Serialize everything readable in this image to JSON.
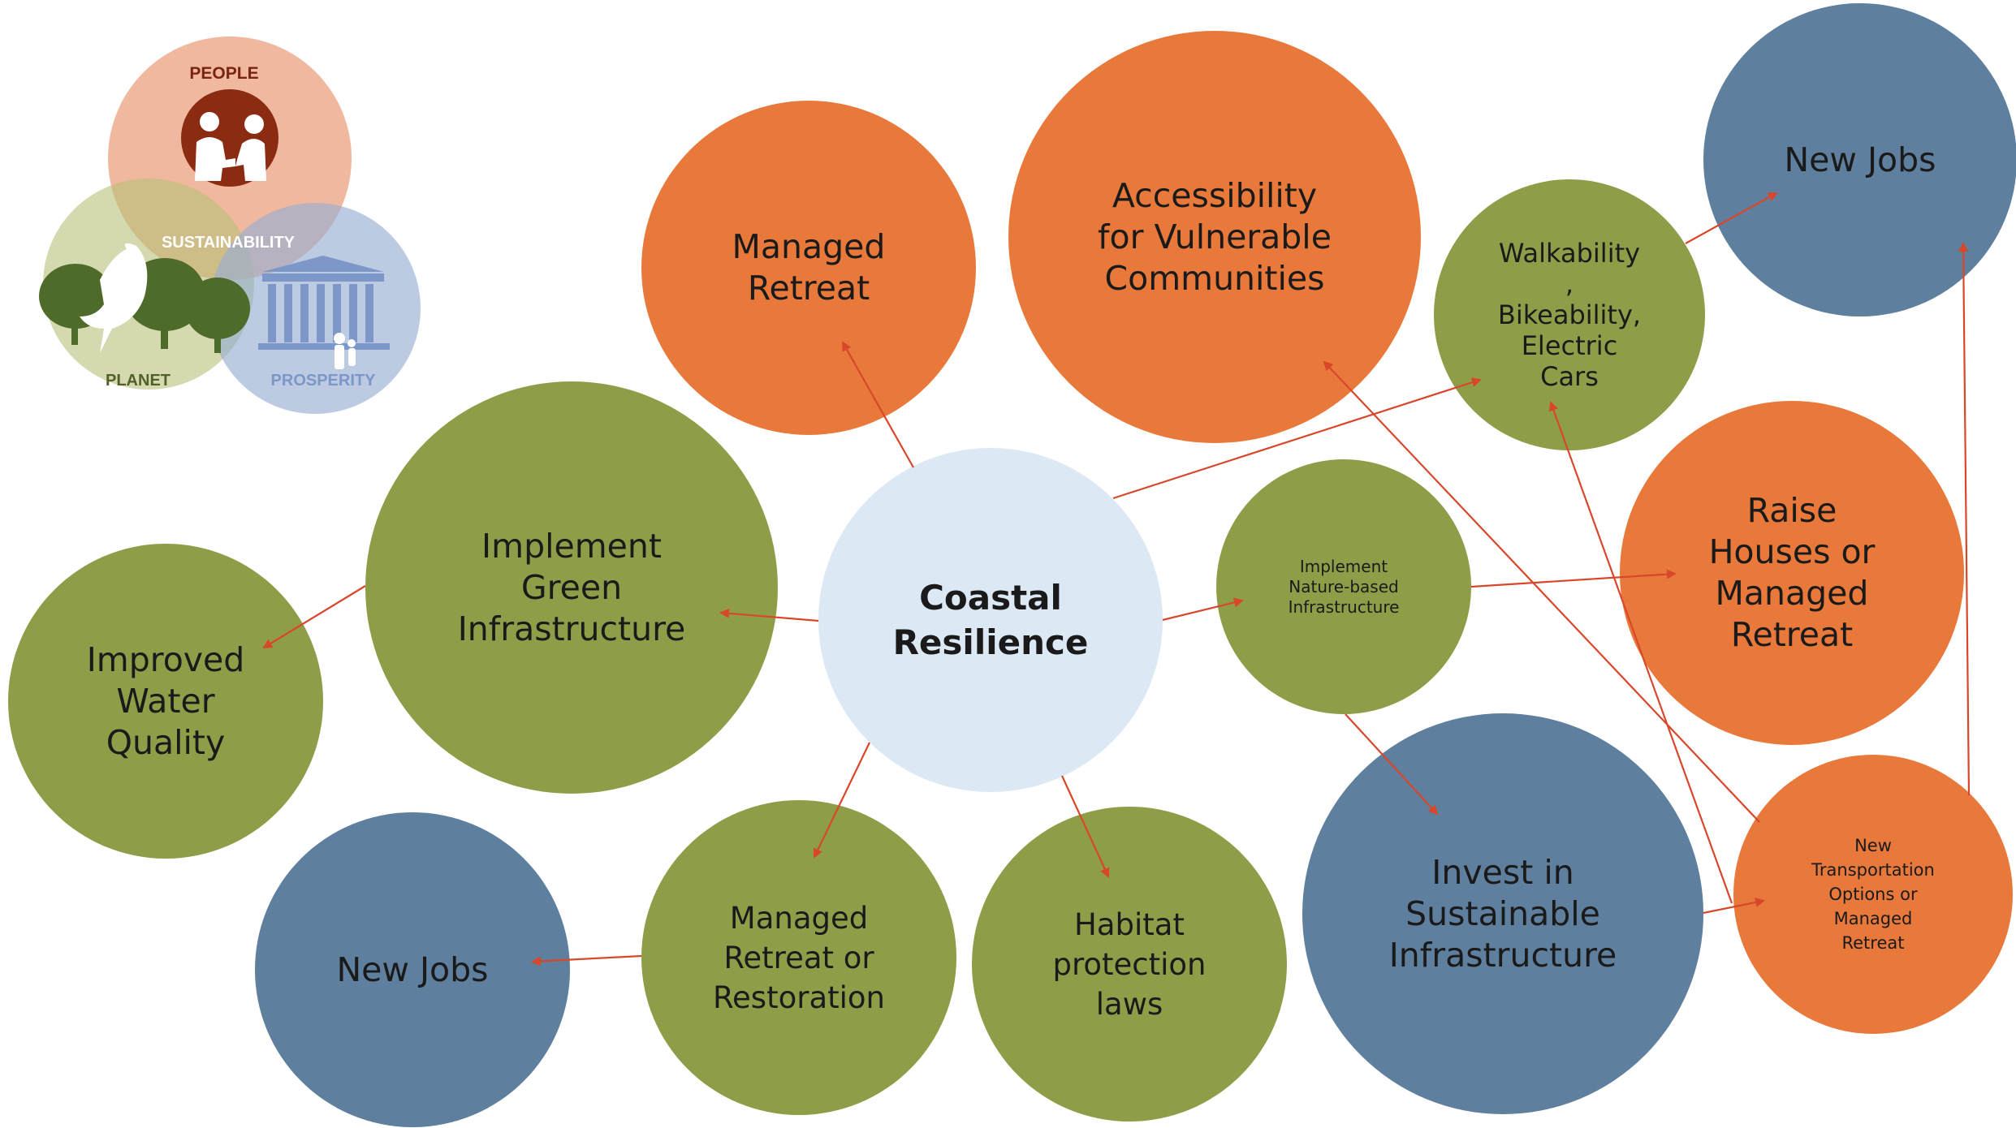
{
  "logo": {
    "people": "PEOPLE",
    "sustainability": "SUSTAINABILITY",
    "planet": "PLANET",
    "prosperity": "PROSPERITY"
  },
  "colors": {
    "orange": "#e8793b",
    "green": "#8e9e48",
    "blue": "#5e7f9e",
    "center": "#dde8f5",
    "arrow": "#d9472b"
  },
  "nodes": {
    "coastal_resilience": "Coastal\nResilience",
    "managed_retreat": "Managed\nRetreat",
    "accessibility": "Accessibility\nfor Vulnerable\nCommunities",
    "walkability": "Walkability\n,\nBikeability,\nElectric\nCars",
    "new_jobs_top": "New Jobs",
    "implement_green": "Implement\nGreen\nInfrastructure",
    "improved_water": "Improved\nWater\nQuality",
    "nature_based": "Implement\nNature-based\nInfrastructure",
    "raise_houses": "Raise\nHouses or\nManaged\nRetreat",
    "new_jobs_bottom": "New Jobs",
    "retreat_restoration": "Managed\nRetreat or\nRestoration",
    "habitat": "Habitat\nprotection\nlaws",
    "invest": "Invest in\nSustainable\nInfrastructure",
    "new_transport": "New\nTransportation\nOptions or\nManaged\nRetreat"
  }
}
